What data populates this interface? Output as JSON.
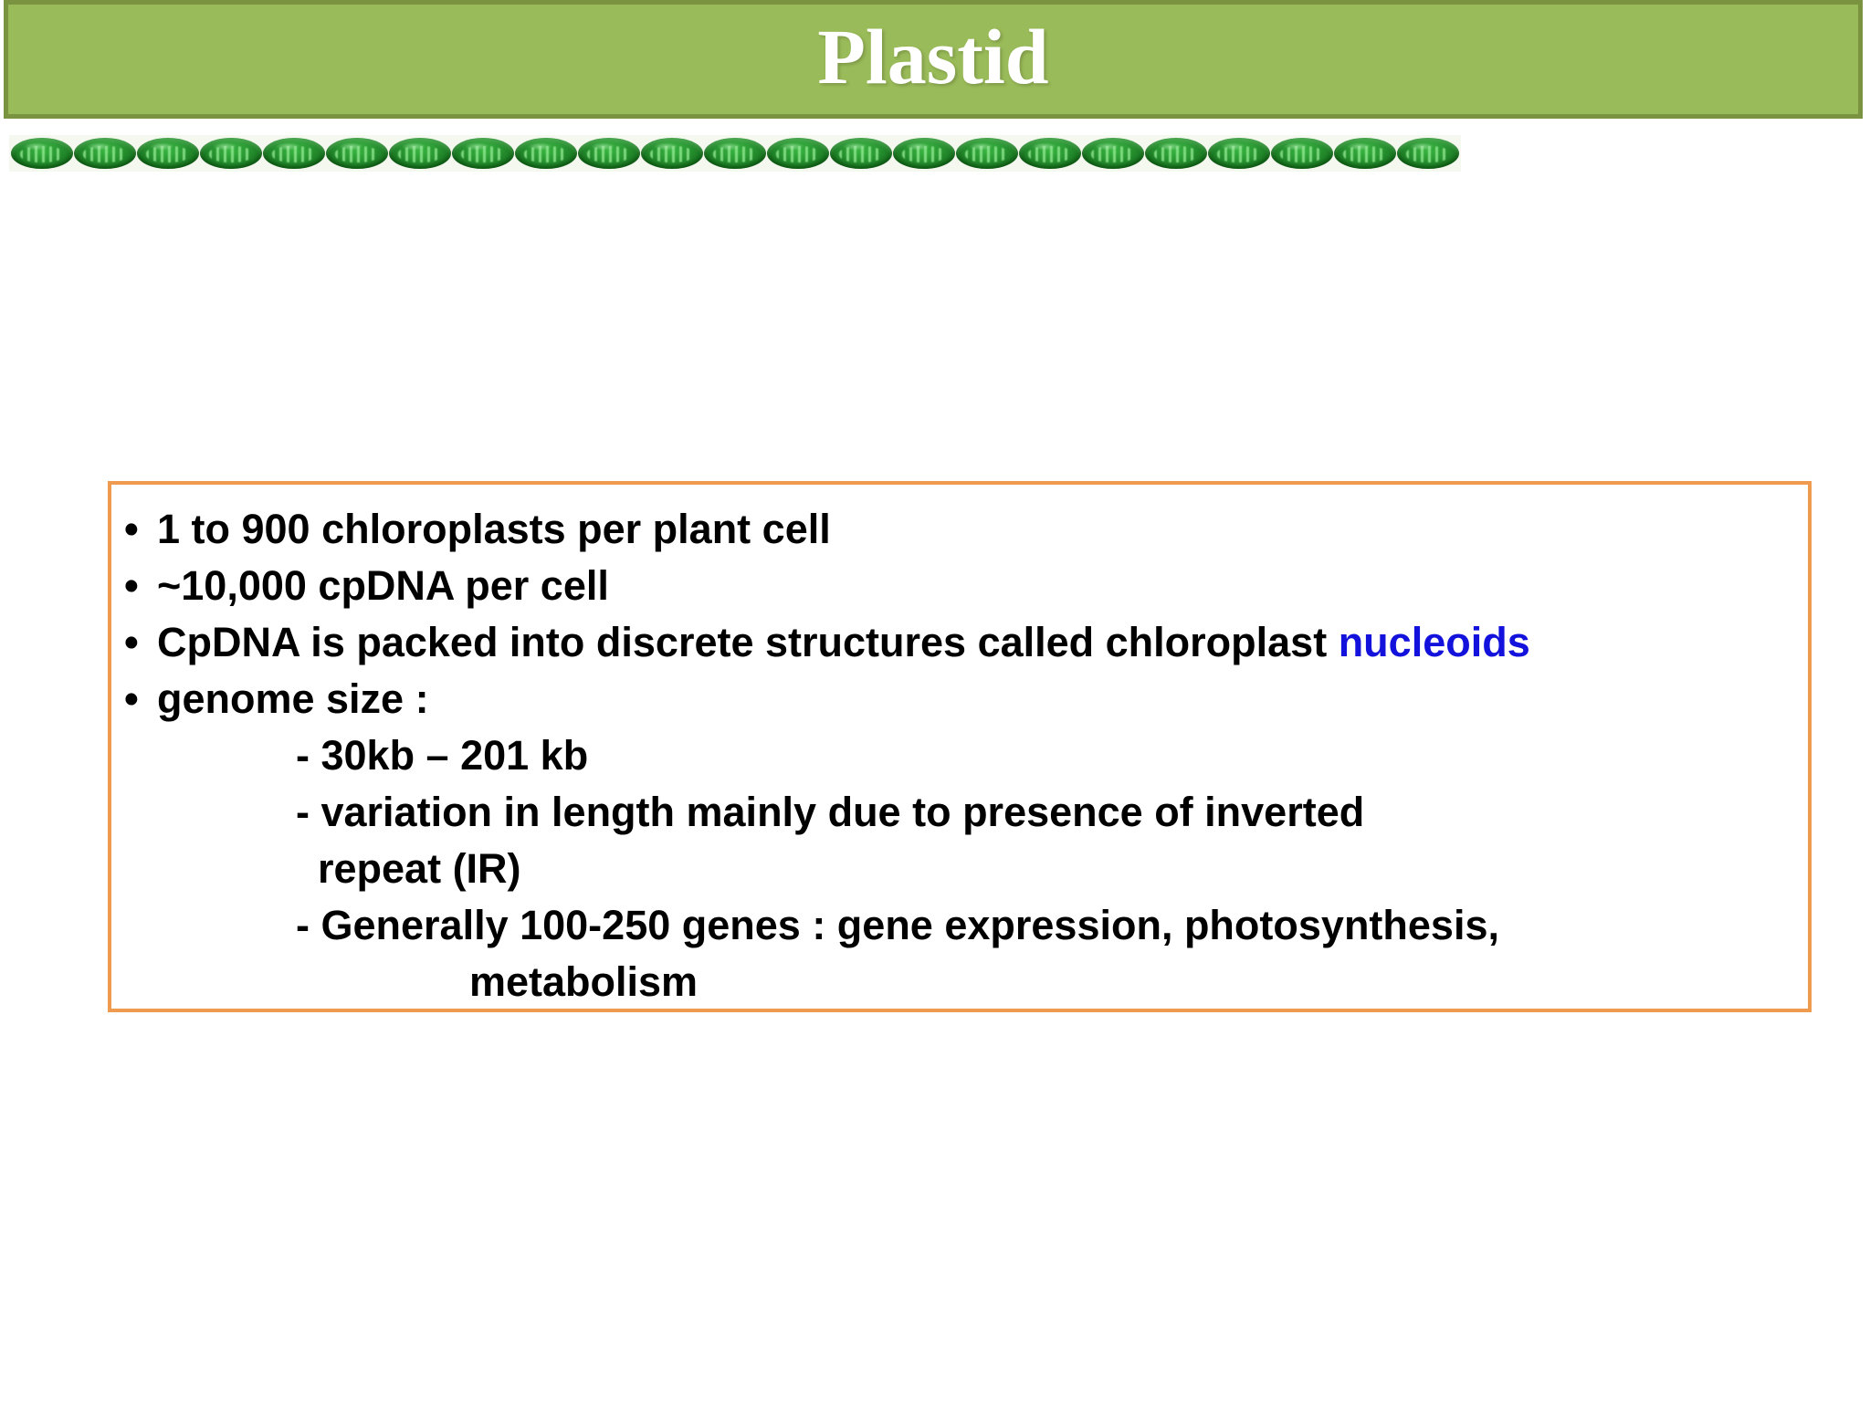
{
  "slide": {
    "title": "Plastid",
    "header_bg_color": "#9ABB59",
    "header_border_color": "#7A9341",
    "title_color": "#FFFFFF",
    "background_color": "#FFFFFF"
  },
  "decoration": {
    "name": "chloroplast-strip",
    "shape": "chloroplast-ellipse",
    "count": 23,
    "color": "#2E9E37"
  },
  "content_box": {
    "border_color": "#EE9A4F",
    "accent_color": "#1212DC",
    "bullet_marker": "•",
    "dash_marker": "-",
    "bullets": [
      {
        "marker": "•",
        "text": "1 to 900 chloroplasts per plant cell"
      },
      {
        "marker": "•",
        "text": "~10,000 cpDNA per cell"
      },
      {
        "marker": "•",
        "text_before": "CpDNA is packed into discrete structures called chloroplast ",
        "highlight": "nucleoids",
        "highlight_color": "#1212DC"
      },
      {
        "marker": "•",
        "text": "genome size :"
      }
    ],
    "sub_items": [
      "-  30kb – 201 kb",
      "-  variation in length mainly due to presence of inverted",
      "repeat (IR)",
      "-  Generally 100-250 genes : gene expression, photosynthesis,",
      "metabolism"
    ]
  }
}
